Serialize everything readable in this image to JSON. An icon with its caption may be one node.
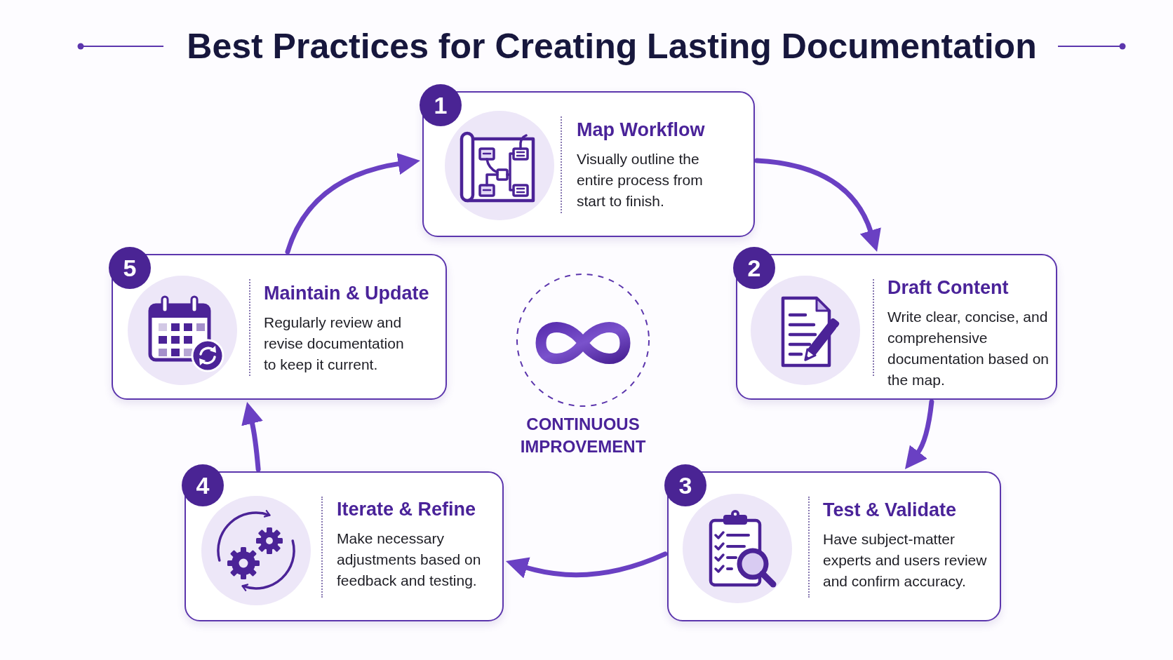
{
  "diagram": {
    "title": "Best Practices for Creating Lasting Documentation",
    "nodes": [
      {
        "text": [
          "1",
          "Map Workflow",
          "Visually outline the entire process from start to finish."
        ]
      },
      {
        "text": [
          "2",
          "Draft Content",
          "Write clear, concise, and comprehensive documentation based on the map."
        ]
      },
      {
        "text": [
          "3",
          "Test & Validate",
          "Have subject-matter experts and users review and confirm accuracy."
        ]
      },
      {
        "text": [
          "4",
          "Iterate & Refine",
          "Make necessary adjustments based on feedback and testing."
        ]
      },
      {
        "text": [
          "5",
          "Maintain & Update",
          "Regularly review and revise documentation to keep it current."
        ]
      },
      {
        "text": [
          "CONTINUOUS IMPROVEMENT"
        ]
      }
    ],
    "edges": [
      {
        "from": 0,
        "to": 1,
        "arrow": "to"
      },
      {
        "from": 1,
        "to": 2,
        "arrow": "to"
      },
      {
        "from": 2,
        "to": 3,
        "arrow": "to"
      },
      {
        "from": 3,
        "to": 4,
        "arrow": "to"
      },
      {
        "from": 4,
        "to": 0,
        "arrow": "to"
      }
    ]
  }
}
